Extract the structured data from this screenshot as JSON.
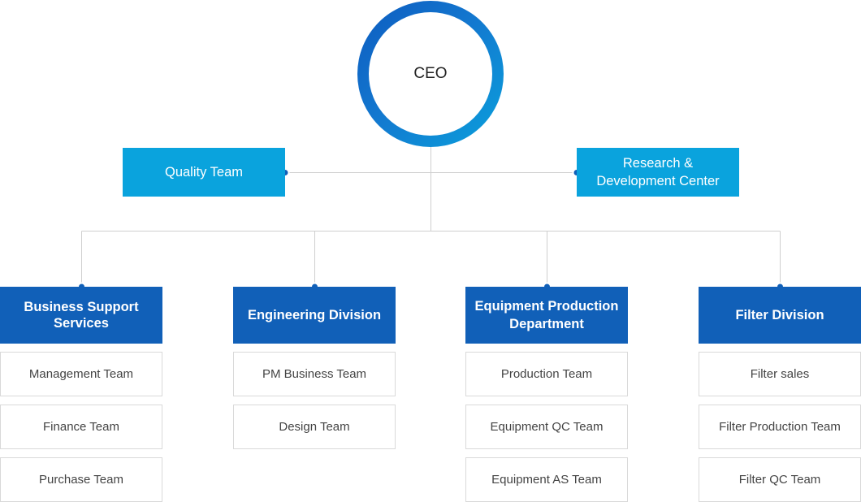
{
  "ceo": {
    "label": "CEO"
  },
  "side_units": {
    "left": {
      "label": "Quality Team"
    },
    "right": {
      "label": "Research & Development Center"
    }
  },
  "divisions": [
    {
      "title": "Business Support Services",
      "teams": [
        "Management Team",
        "Finance Team",
        "Purchase Team"
      ]
    },
    {
      "title": "Engineering Division",
      "teams": [
        "PM Business Team",
        "Design Team"
      ]
    },
    {
      "title": "Equipment Production Department",
      "teams": [
        "Production Team",
        "Equipment QC Team",
        "Equipment AS Team"
      ]
    },
    {
      "title": "Filter Division",
      "teams": [
        "Filter sales",
        "Filter Production Team",
        "Filter QC Team"
      ]
    }
  ],
  "colors": {
    "division_header": "#1160b8",
    "side_unit": "#0aa3dd",
    "ceo_ring_start": "#0d5bbf",
    "ceo_ring_end": "#0aa0dc",
    "connector_line": "#cfcfcf",
    "dot": "#1160b8"
  }
}
